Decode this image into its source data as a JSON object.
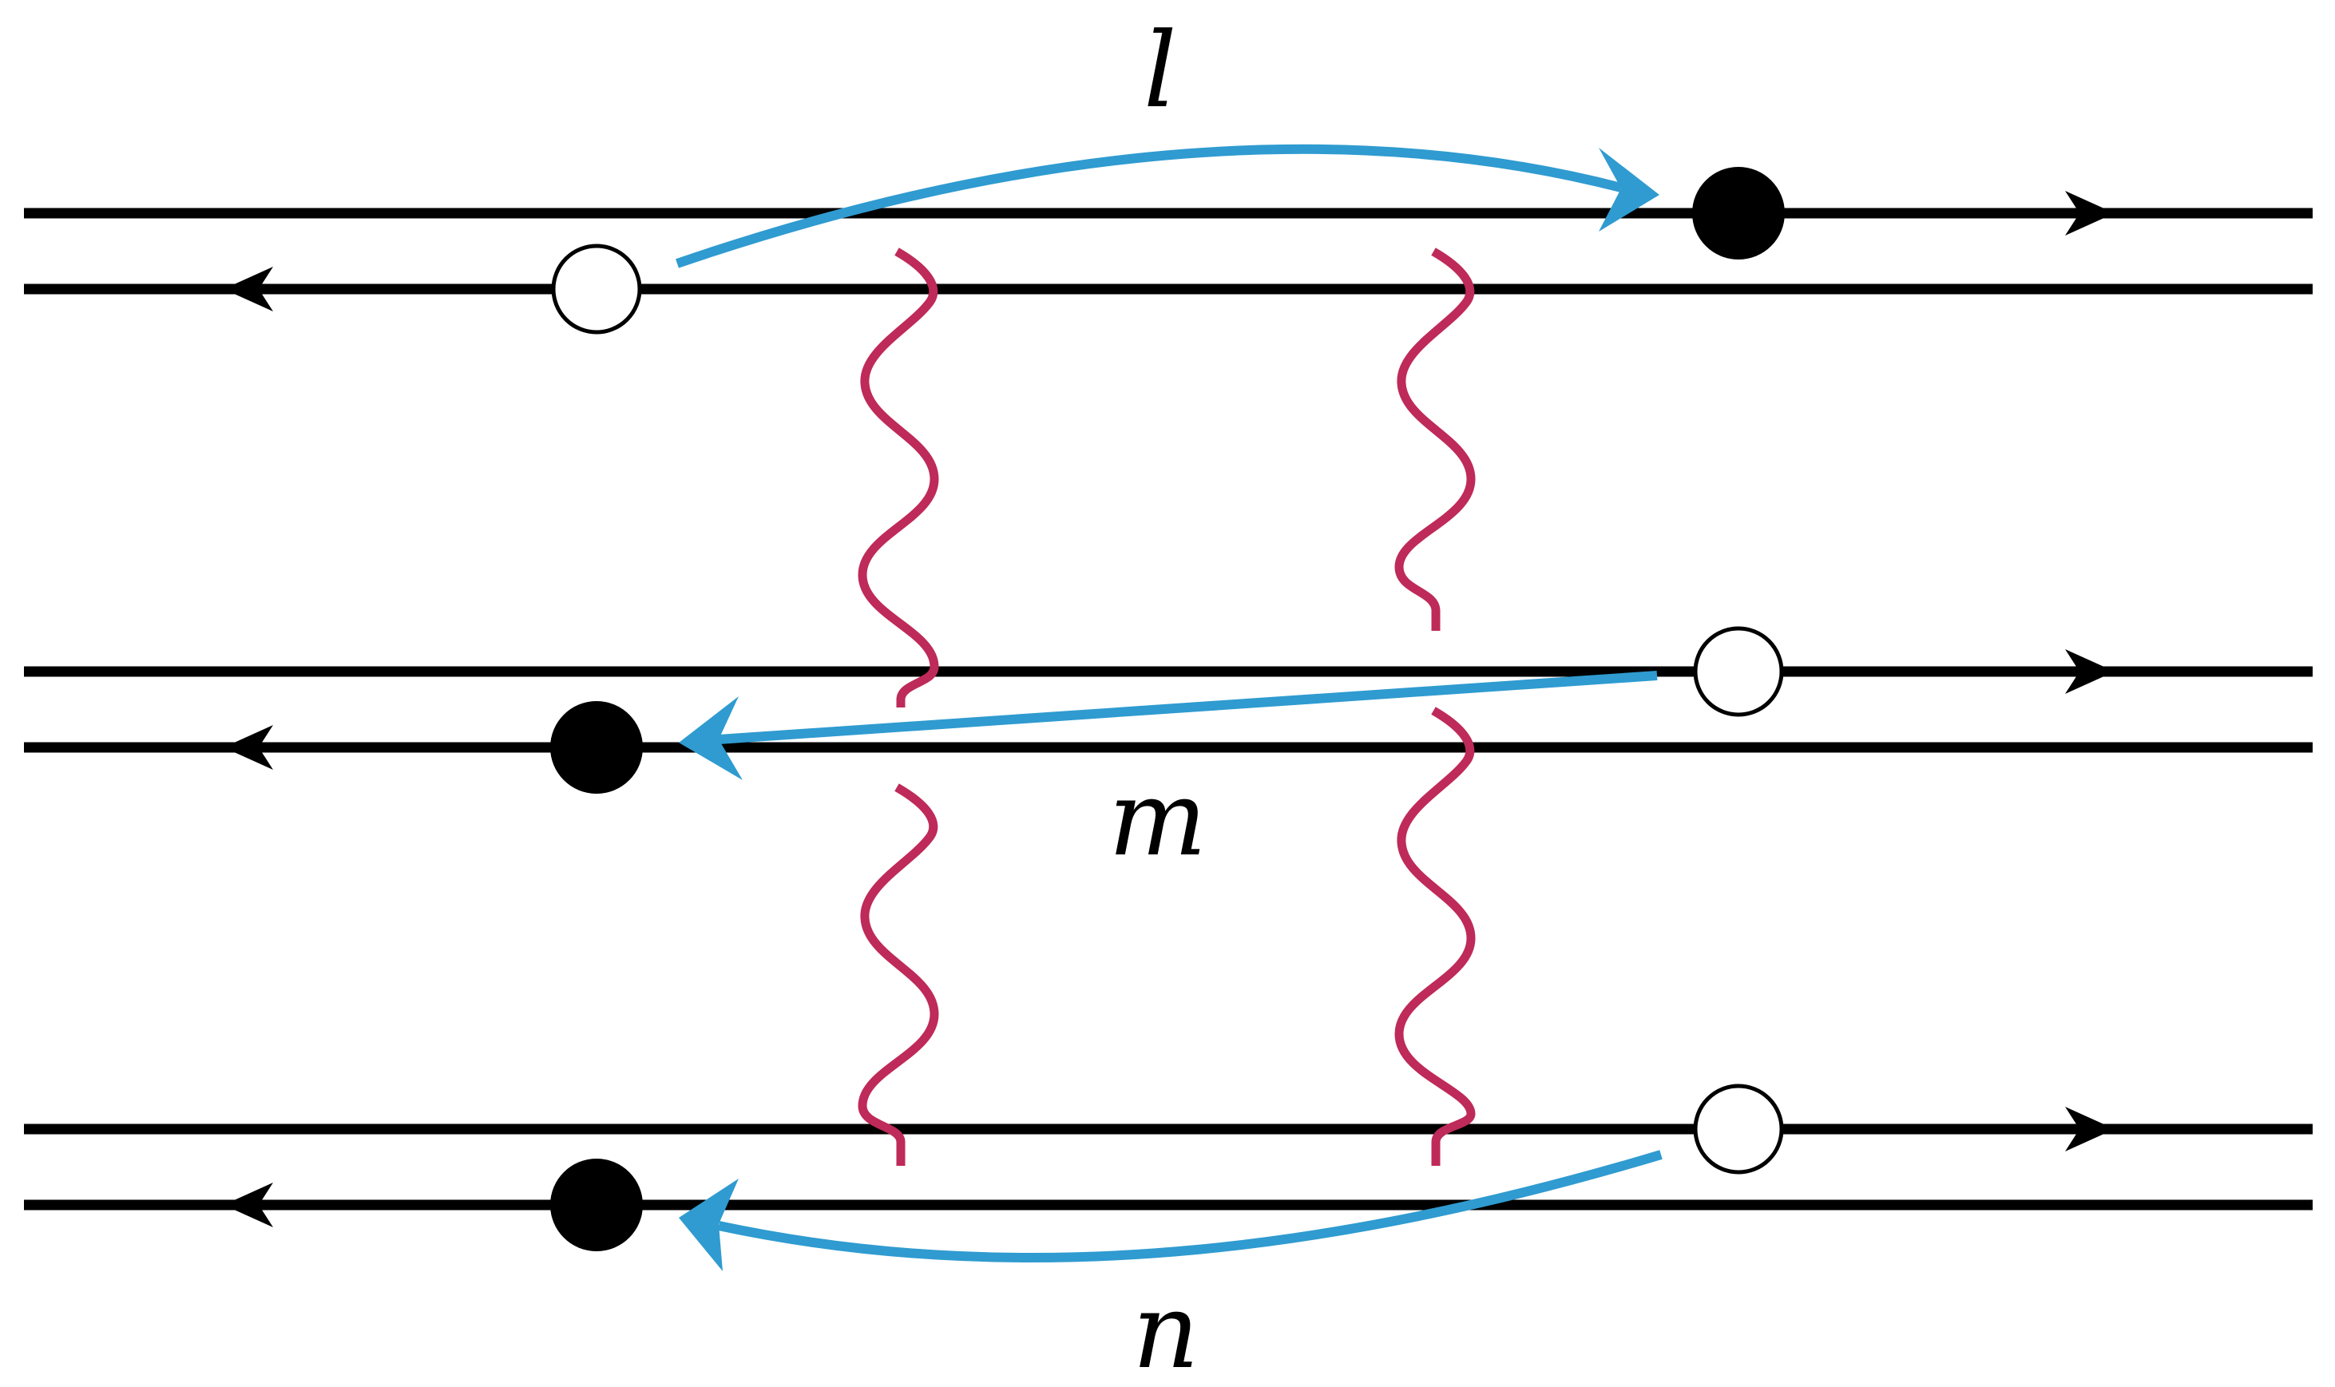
{
  "colors": {
    "lines": "#000000",
    "interaction": "#be2a5a",
    "transfer": "#2f9bd0",
    "background": "#ffffff"
  },
  "labels": {
    "l": "l",
    "m": "m",
    "n": "n"
  }
}
